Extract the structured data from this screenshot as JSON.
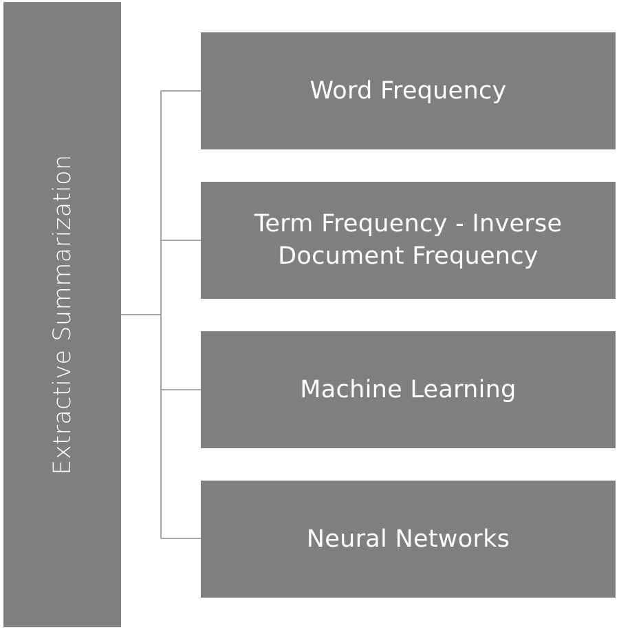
{
  "root": {
    "label": "Extractive Summarization"
  },
  "children": [
    {
      "label": "Word Frequency"
    },
    {
      "label": "Term Frequency - Inverse Document Frequency"
    },
    {
      "label": "Machine Learning"
    },
    {
      "label": "Neural Networks"
    }
  ],
  "colors": {
    "box_fill": "#7f7f7f",
    "connector": "#a6a6a6",
    "text": "#ffffff"
  }
}
